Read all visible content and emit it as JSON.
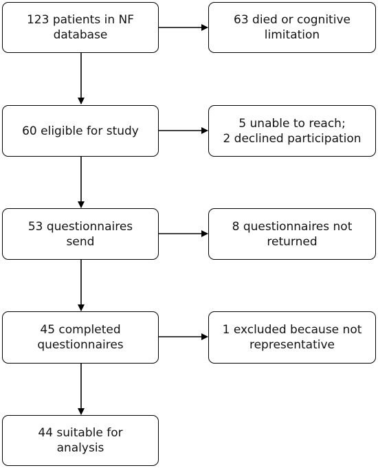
{
  "flowchart": {
    "main_steps": [
      "123 patients in NF\ndatabase",
      "60 eligible for study",
      "53 questionnaires\nsend",
      "45 completed\nquestionnaires",
      "44 suitable for\nanalysis"
    ],
    "side_steps": [
      "63 died or cognitive\nlimitation",
      "5 unable to reach;\n2 declined participation",
      "8 questionnaires not\nreturned",
      "1 excluded because not\nrepresentative"
    ]
  }
}
